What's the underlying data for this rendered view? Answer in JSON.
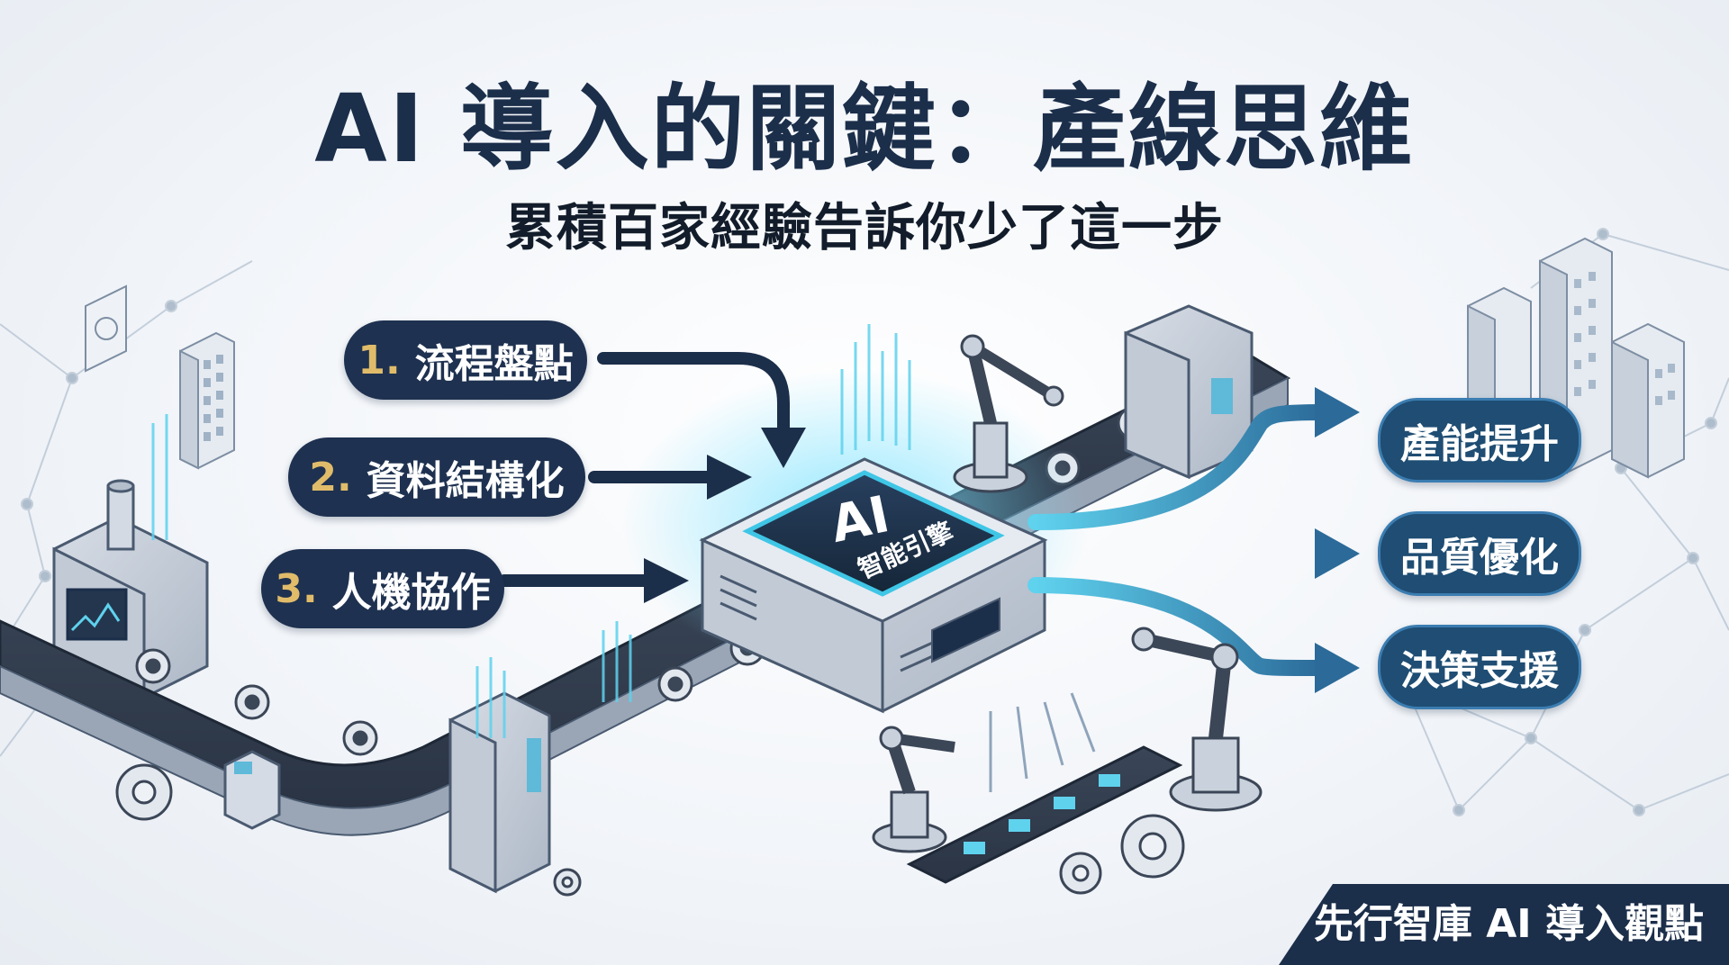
{
  "header": {
    "title": "AI 導入的關鍵：產線思維",
    "subtitle": "累積百家經驗告訴你少了這一步"
  },
  "steps": [
    {
      "num": "1.",
      "label": "流程盤點"
    },
    {
      "num": "2.",
      "label": "資料結構化"
    },
    {
      "num": "3.",
      "label": "人機協作"
    }
  ],
  "engine": {
    "title": "AI",
    "subtitle": "智能引擎"
  },
  "outcomes": [
    {
      "label": "產能提升"
    },
    {
      "label": "品質優化"
    },
    {
      "label": "決策支援"
    }
  ],
  "footer": {
    "text": "先行智庫 AI 導入觀點"
  },
  "colors": {
    "navy": "#1b2e4a",
    "accent_gold": "#e0bc6a",
    "outcome_blue": "#1f4d73",
    "flow_blue": "#2f6f9e",
    "glow_cyan": "#3fc6e6"
  }
}
